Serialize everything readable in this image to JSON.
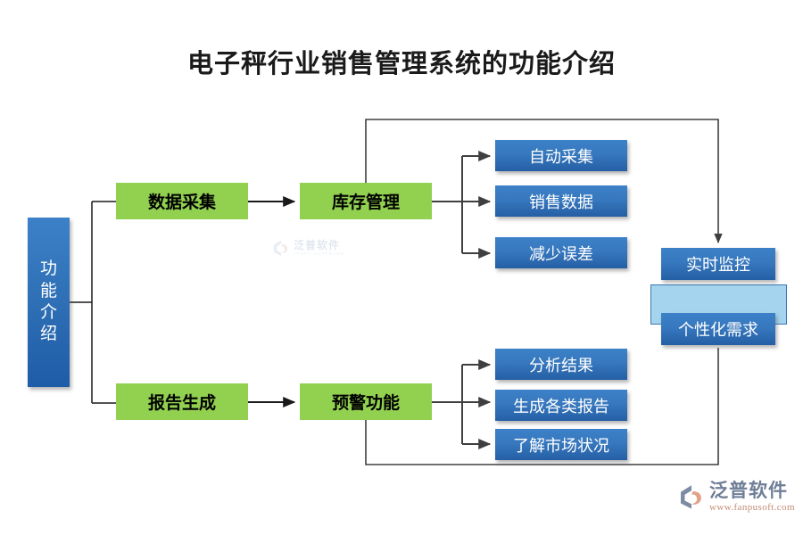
{
  "page": {
    "title": "电子秤行业销售管理系统的功能介绍",
    "background_color": "#ffffff"
  },
  "colors": {
    "green_node": "#92D050",
    "blue_node_top": "#3C81C8",
    "blue_node_bottom": "#255FA5",
    "light_panel": "#A5D4EE",
    "light_panel_border": "#3E78B2",
    "connector": "#3F3F3F",
    "title_text": "#1a1a1a"
  },
  "diagram": {
    "root": {
      "label_lines": [
        "功",
        "能",
        "介",
        "绍"
      ],
      "label": "功能介绍",
      "shape": "vertical-blue-bar"
    },
    "branches": [
      {
        "name": "top-branch",
        "stage1": {
          "label": "数据采集",
          "shape": "green-box"
        },
        "stage2": {
          "label": "库存管理",
          "shape": "green-box"
        },
        "outputs": [
          {
            "label": "自动采集",
            "shape": "blue-box"
          },
          {
            "label": "销售数据",
            "shape": "blue-box"
          },
          {
            "label": "减少误差",
            "shape": "blue-box"
          }
        ],
        "feedback_target": "实时监控"
      },
      {
        "name": "bottom-branch",
        "stage1": {
          "label": "报告生成",
          "shape": "green-box"
        },
        "stage2": {
          "label": "预警功能",
          "shape": "green-box"
        },
        "outputs": [
          {
            "label": "分析结果",
            "shape": "blue-box"
          },
          {
            "label": "生成各类报告",
            "shape": "blue-box"
          },
          {
            "label": "了解市场状况",
            "shape": "blue-box"
          }
        ],
        "feedback_target": "个性化需求"
      }
    ],
    "right_column": {
      "panel_label": "",
      "items": [
        {
          "label": "实时监控",
          "shape": "blue-box"
        },
        {
          "label": "个性化需求",
          "shape": "blue-box"
        }
      ]
    }
  },
  "watermark": {
    "cn": "泛普软件",
    "en": "FANPU SOFTWARE"
  },
  "brand": {
    "name": "泛普软件",
    "url": "www.fanpusoft.com"
  }
}
